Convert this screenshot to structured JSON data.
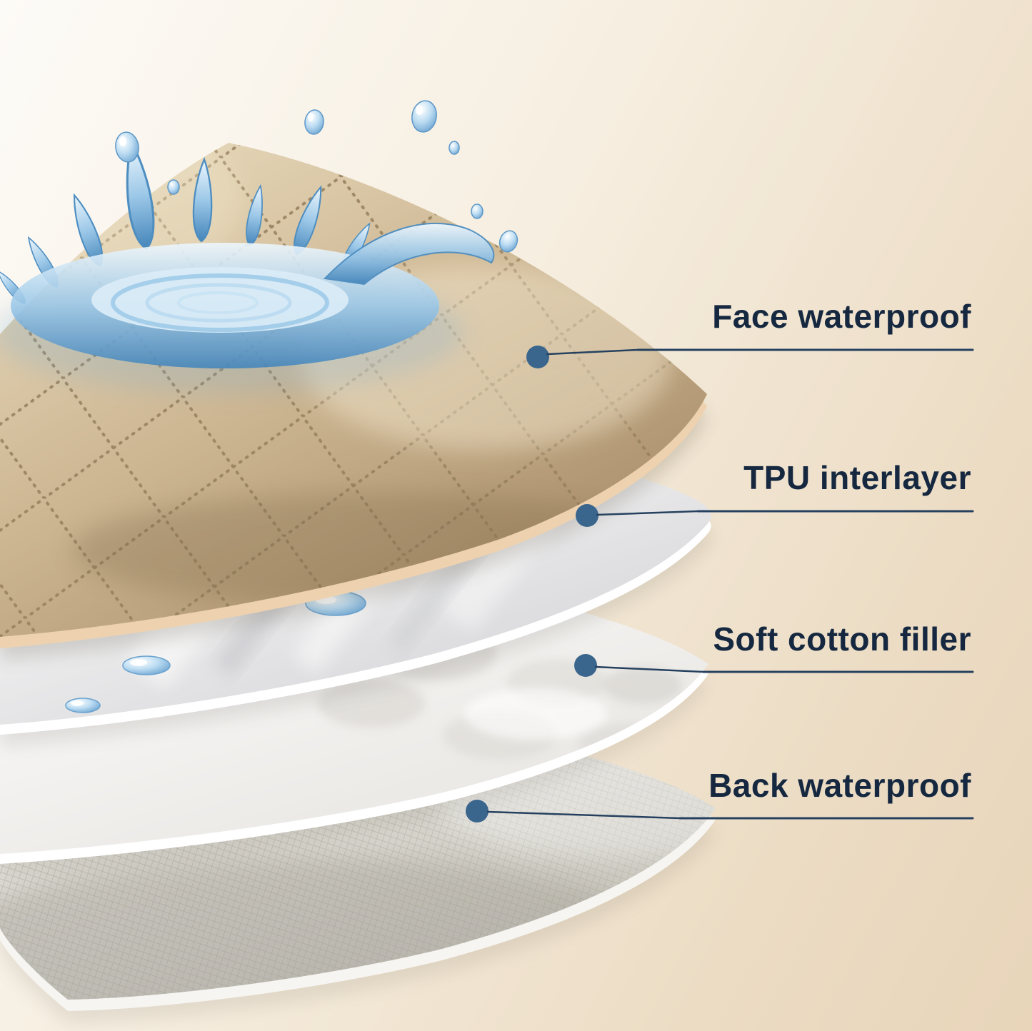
{
  "infographic": {
    "callouts": [
      {
        "label": "Face waterproof"
      },
      {
        "label": "TPU interlayer"
      },
      {
        "label": "Soft cotton filler"
      },
      {
        "label": "Back waterproof"
      }
    ]
  },
  "palette": {
    "background_top_left": "#fdfbf7",
    "background_bottom_right": "#e8d5ba",
    "label_text": "#152840",
    "callout_line": "#26415f",
    "callout_dot": "#3a658c",
    "fabric_beige": "#c9b392",
    "fabric_edge": "#eed2b0",
    "tpu_gray": "#dedee1",
    "cotton_white": "#f7f6f3",
    "back_mesh_gray": "#d9d6cf",
    "water_blue": "#5f9fd3"
  }
}
